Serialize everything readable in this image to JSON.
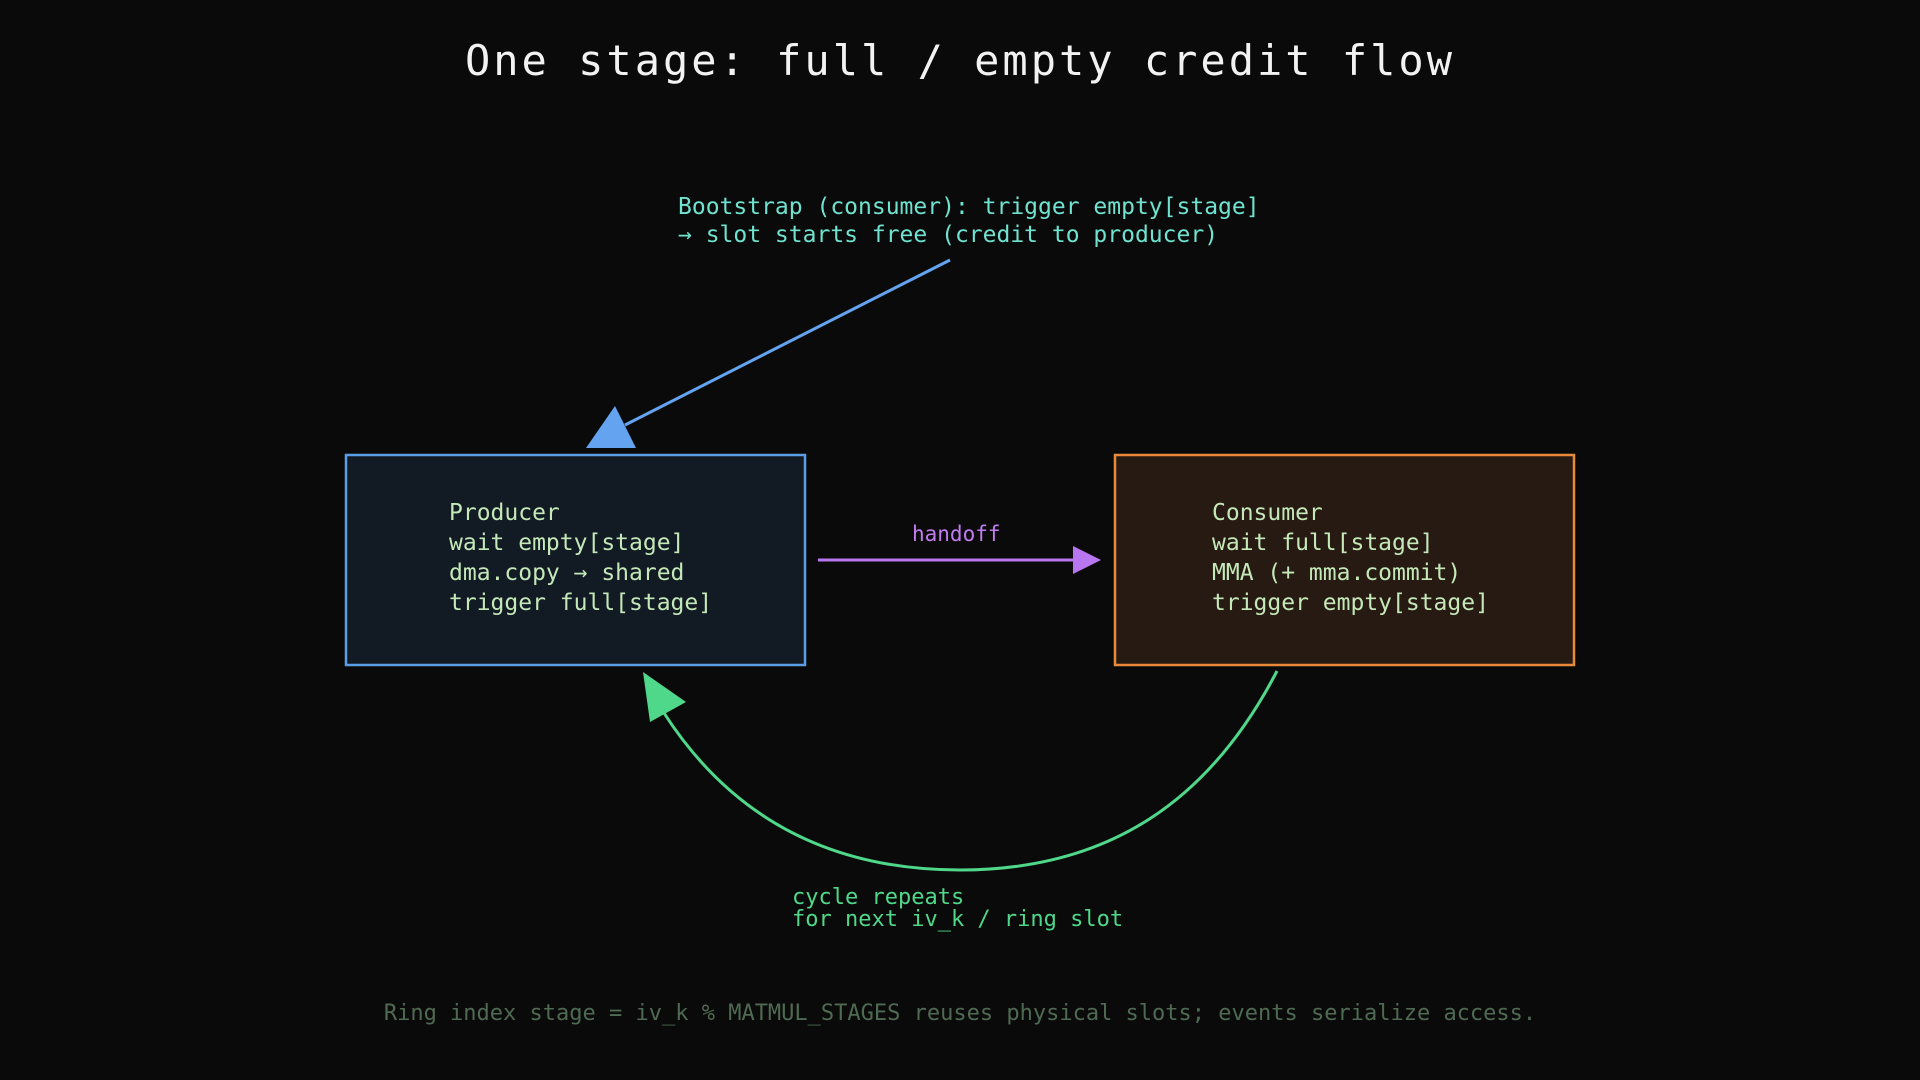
{
  "title": "One stage: full / empty credit flow",
  "bootstrap": {
    "lines": [
      "Bootstrap (consumer): trigger empty[stage]",
      "→ slot starts free (credit to producer)"
    ]
  },
  "producer": {
    "lines": [
      "Producer",
      "wait empty[stage]",
      "dma.copy → shared",
      "trigger full[stage]"
    ]
  },
  "consumer": {
    "lines": [
      "Consumer",
      "wait full[stage]",
      "MMA (+ mma.commit)",
      "trigger empty[stage]"
    ]
  },
  "handoff": {
    "label": "handoff"
  },
  "cycle": {
    "lines": [
      "cycle repeats",
      "for next iv_k / ring slot"
    ]
  },
  "footer": "Ring index stage = iv_k % MATMUL_STAGES reuses physical slots; events serialize access.",
  "colors": {
    "background": "#0a0a0a",
    "producer_border": "#5b9ee6",
    "producer_fill": "#121a24",
    "consumer_border": "#e88a3a",
    "consumer_fill": "#261a13",
    "bootstrap_arrow": "#63a3f0",
    "handoff_arrow": "#b877f0",
    "cycle_arrow": "#4fd88a",
    "box_text": "#c4e8b8",
    "bootstrap_text": "#6fe3cf",
    "footer_text": "#4f6a52"
  }
}
